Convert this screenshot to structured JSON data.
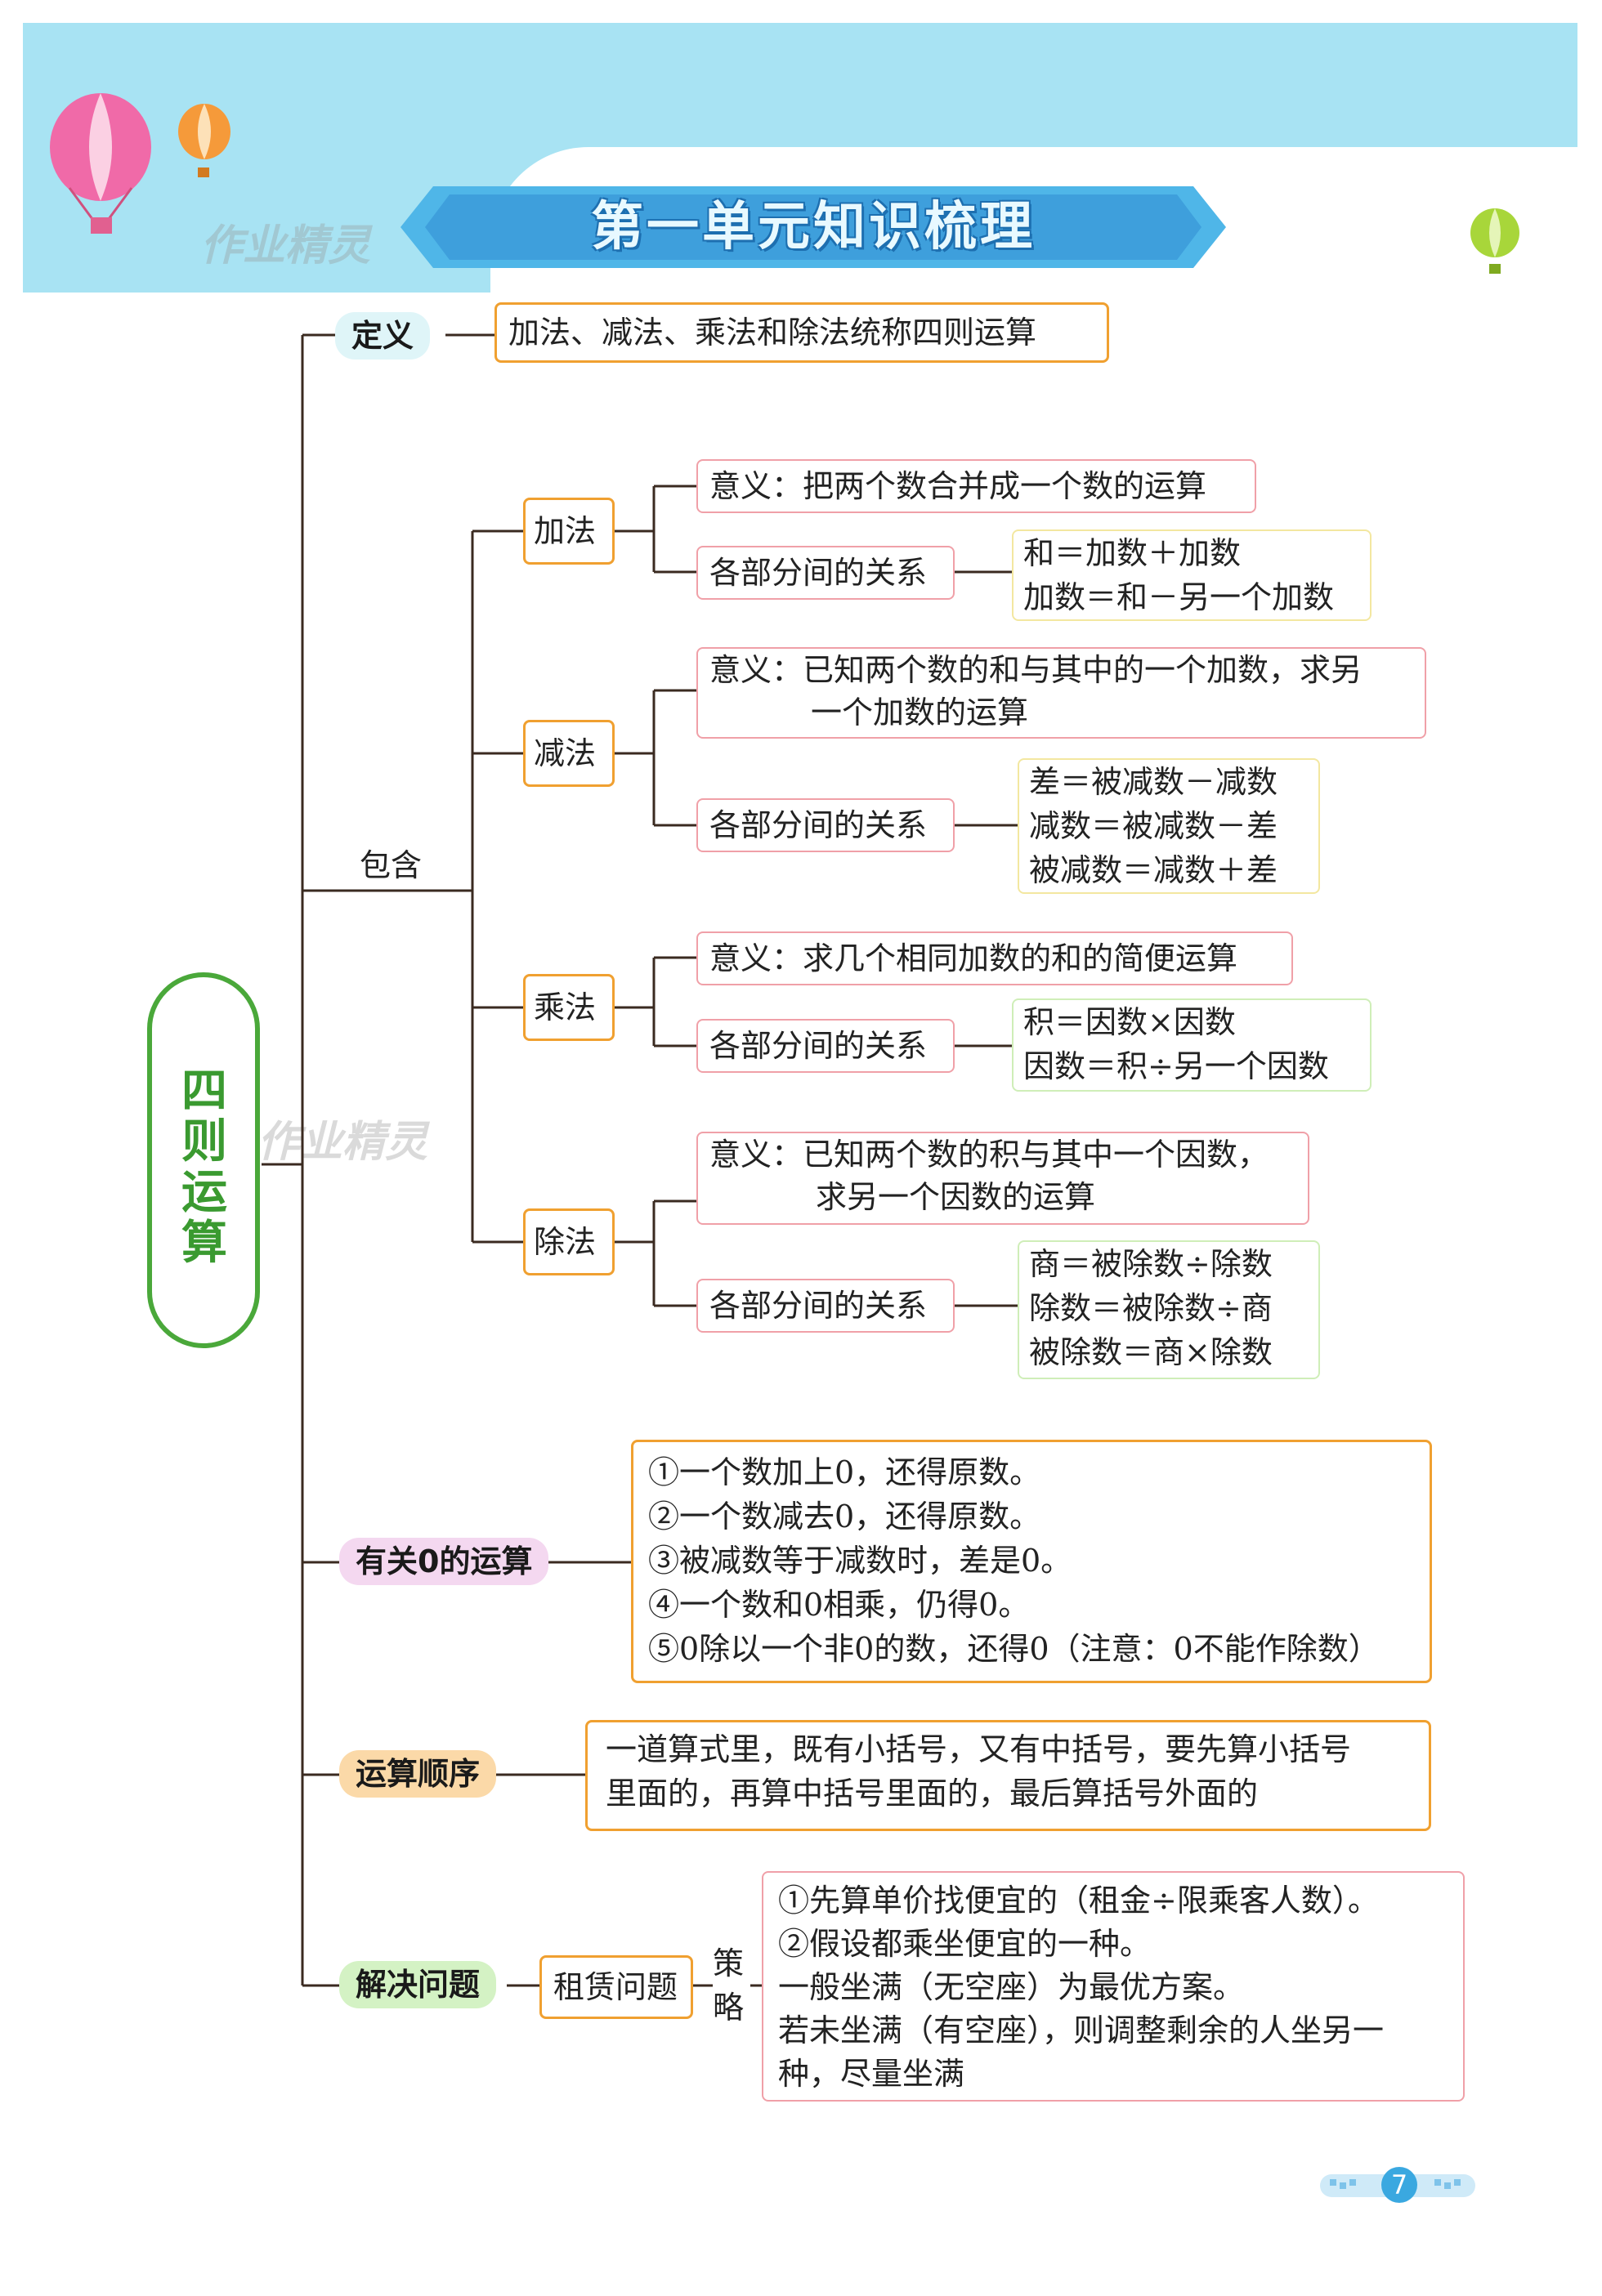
{
  "title": "第一单元知识梳理",
  "watermarks": [
    "作业精灵",
    "作业精灵"
  ],
  "center": "四则运算",
  "definition": {
    "label": "定义",
    "text": "加法、减法、乘法和除法统称四则运算"
  },
  "contains_label": "包含",
  "operations": [
    {
      "name": "加法",
      "meaning": [
        "意义：把两个数合并成一个数的运算"
      ],
      "relation_label": "各部分间的关系",
      "relations": [
        "和＝加数＋加数",
        "加数＝和－另一个加数"
      ]
    },
    {
      "name": "减法",
      "meaning": [
        "意义：已知两个数的和与其中的一个加数，求另",
        "一个加数的运算"
      ],
      "relation_label": "各部分间的关系",
      "relations": [
        "差＝被减数－减数",
        "减数＝被减数－差",
        "被减数＝减数＋差"
      ]
    },
    {
      "name": "乘法",
      "meaning": [
        "意义：求几个相同加数的和的简便运算"
      ],
      "relation_label": "各部分间的关系",
      "relations": [
        "积＝因数×因数",
        "因数＝积÷另一个因数"
      ]
    },
    {
      "name": "除法",
      "meaning": [
        "意义：已知两个数的积与其中一个因数，",
        "求另一个因数的运算"
      ],
      "relation_label": "各部分间的关系",
      "relations": [
        "商＝被除数÷除数",
        "除数＝被除数÷商",
        "被除数＝商×除数"
      ]
    }
  ],
  "zero": {
    "label": "有关0的运算",
    "lines": [
      "①一个数加上0，还得原数。",
      "②一个数减去0，还得原数。",
      "③被减数等于减数时，差是0。",
      "④一个数和0相乘，仍得0。",
      "⑤0除以一个非0的数，还得0（注意：0不能作除数）"
    ]
  },
  "order": {
    "label": "运算顺序",
    "lines": [
      "一道算式里，既有小括号，又有中括号，要先算小括号",
      "里面的，再算中括号里面的，最后算括号外面的"
    ]
  },
  "solve": {
    "label": "解决问题",
    "sub": "租赁问题",
    "strategy": "策略",
    "lines": [
      "①先算单价找便宜的（租金÷限乘客人数）。",
      "②假设都乘坐便宜的一种。",
      "一般坐满（无空座）为最优方案。",
      "若未坐满（有空座），则调整剩余的人坐另一",
      "种，尽量坐满"
    ]
  },
  "page_number": "7",
  "colors": {
    "orange_border": "#f0a030",
    "green": "#4aa83a",
    "sky": "#a8e3f3",
    "title_blue": "#1d6fb0"
  }
}
